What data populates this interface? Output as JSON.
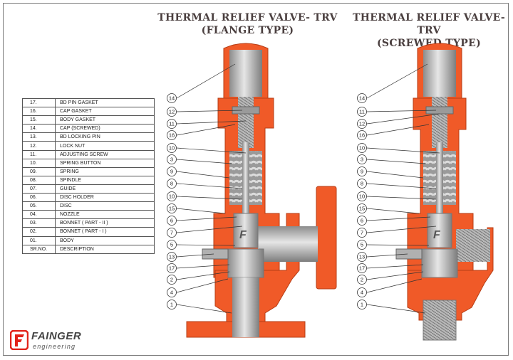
{
  "titles": {
    "left_line1": "THERMAL RELIEF VALVE- TRV",
    "left_line2": "(FLANGE TYPE)",
    "right_line1": "THERMAL RELIEF VALVE- TRV",
    "right_line2": "(SCREWED TYPE)"
  },
  "parts": [
    {
      "no": "17.",
      "desc": "BD PIN GASKET"
    },
    {
      "no": "16.",
      "desc": "CAP GASKET"
    },
    {
      "no": "15.",
      "desc": "BODY GASKET"
    },
    {
      "no": "14.",
      "desc": "CAP (SCREWED)"
    },
    {
      "no": "13.",
      "desc": "BD LOCKING PIN"
    },
    {
      "no": "12.",
      "desc": "LOCK NUT"
    },
    {
      "no": "11.",
      "desc": "ADJUSTING SCREW"
    },
    {
      "no": "10.",
      "desc": "SPRING BUTTON"
    },
    {
      "no": "09.",
      "desc": "SPRING"
    },
    {
      "no": "08.",
      "desc": "SPINDLE"
    },
    {
      "no": "07.",
      "desc": "GUIDE"
    },
    {
      "no": "06.",
      "desc": "DISC HOLDER"
    },
    {
      "no": "05.",
      "desc": "DISC"
    },
    {
      "no": "04.",
      "desc": "NOZZLE"
    },
    {
      "no": "03.",
      "desc": "BONNET ( PART - II )"
    },
    {
      "no": "02.",
      "desc": "BONNET ( PART - I )"
    },
    {
      "no": "01.",
      "desc": "BODY"
    }
  ],
  "header_row": {
    "no": "SR.NO.",
    "desc": "DESCRIPTION"
  },
  "left_callouts": [
    "14",
    "12",
    "11",
    "16",
    "10",
    "3",
    "9",
    "8",
    "10",
    "15",
    "6",
    "7",
    "5",
    "13",
    "17",
    "2",
    "4",
    "1"
  ],
  "right_callouts": [
    "14",
    "11",
    "12",
    "16",
    "10",
    "3",
    "9",
    "8",
    "10",
    "15",
    "6",
    "7",
    "5",
    "13",
    "17",
    "2",
    "4",
    "1"
  ],
  "logo": {
    "brand": "FAINGER",
    "sub": "engineering",
    "mark": "F"
  },
  "colors": {
    "body": "#f05a28",
    "metal": "#a8a8a8",
    "title": "#4a3f3f"
  }
}
